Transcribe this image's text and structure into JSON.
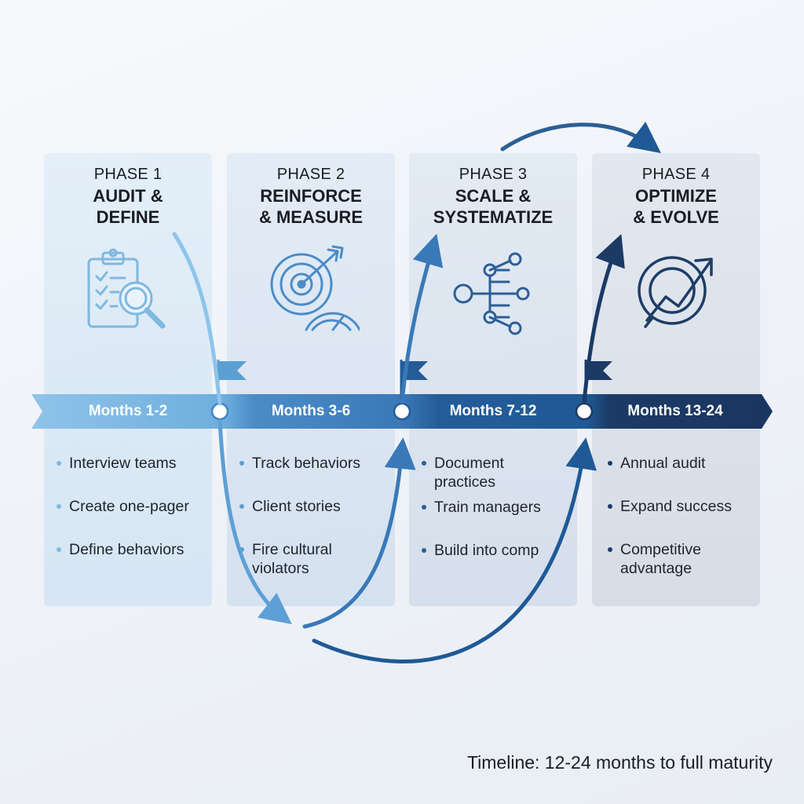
{
  "phases": [
    {
      "label": "PHASE 1",
      "title_lines": [
        "AUDIT &",
        "DEFINE"
      ],
      "period": "Months 1-2",
      "icon": "clipboard-magnifier-icon",
      "bullet_color": "#7fb8e0",
      "bullets": [
        "Interview teams",
        "Create one-pager",
        "Define behaviors"
      ]
    },
    {
      "label": "PHASE 2",
      "title_lines": [
        "REINFORCE",
        "& MEASURE"
      ],
      "period": "Months 3-6",
      "icon": "target-gauge-icon",
      "bullet_color": "#5b9fd4",
      "bullets": [
        "Track behaviors",
        "Client stories",
        "Fire cultural violators"
      ]
    },
    {
      "label": "PHASE 3",
      "title_lines": [
        "SCALE &",
        "SYSTEMATIZE"
      ],
      "period": "Months 7-12",
      "icon": "network-nodes-icon",
      "bullet_color": "#2c5f96",
      "bullets": [
        "Document practices",
        "Train managers",
        "Build into comp"
      ]
    },
    {
      "label": "PHASE 4",
      "title_lines": [
        "OPTIMIZE",
        "& EVOLVE"
      ],
      "period": "Months 13-24",
      "icon": "target-growth-arrow-icon",
      "bullet_color": "#1e3c66",
      "bullets": [
        "Annual audit",
        "Expand success",
        "Competitive advantage"
      ]
    }
  ],
  "footer_note": "Timeline: 12-24 months to full maturity",
  "colors": {
    "light_blue": "#8ec4ea",
    "mid_blue": "#4b8cc7",
    "dark_blue": "#1f5a96",
    "navy": "#1c3a66"
  }
}
